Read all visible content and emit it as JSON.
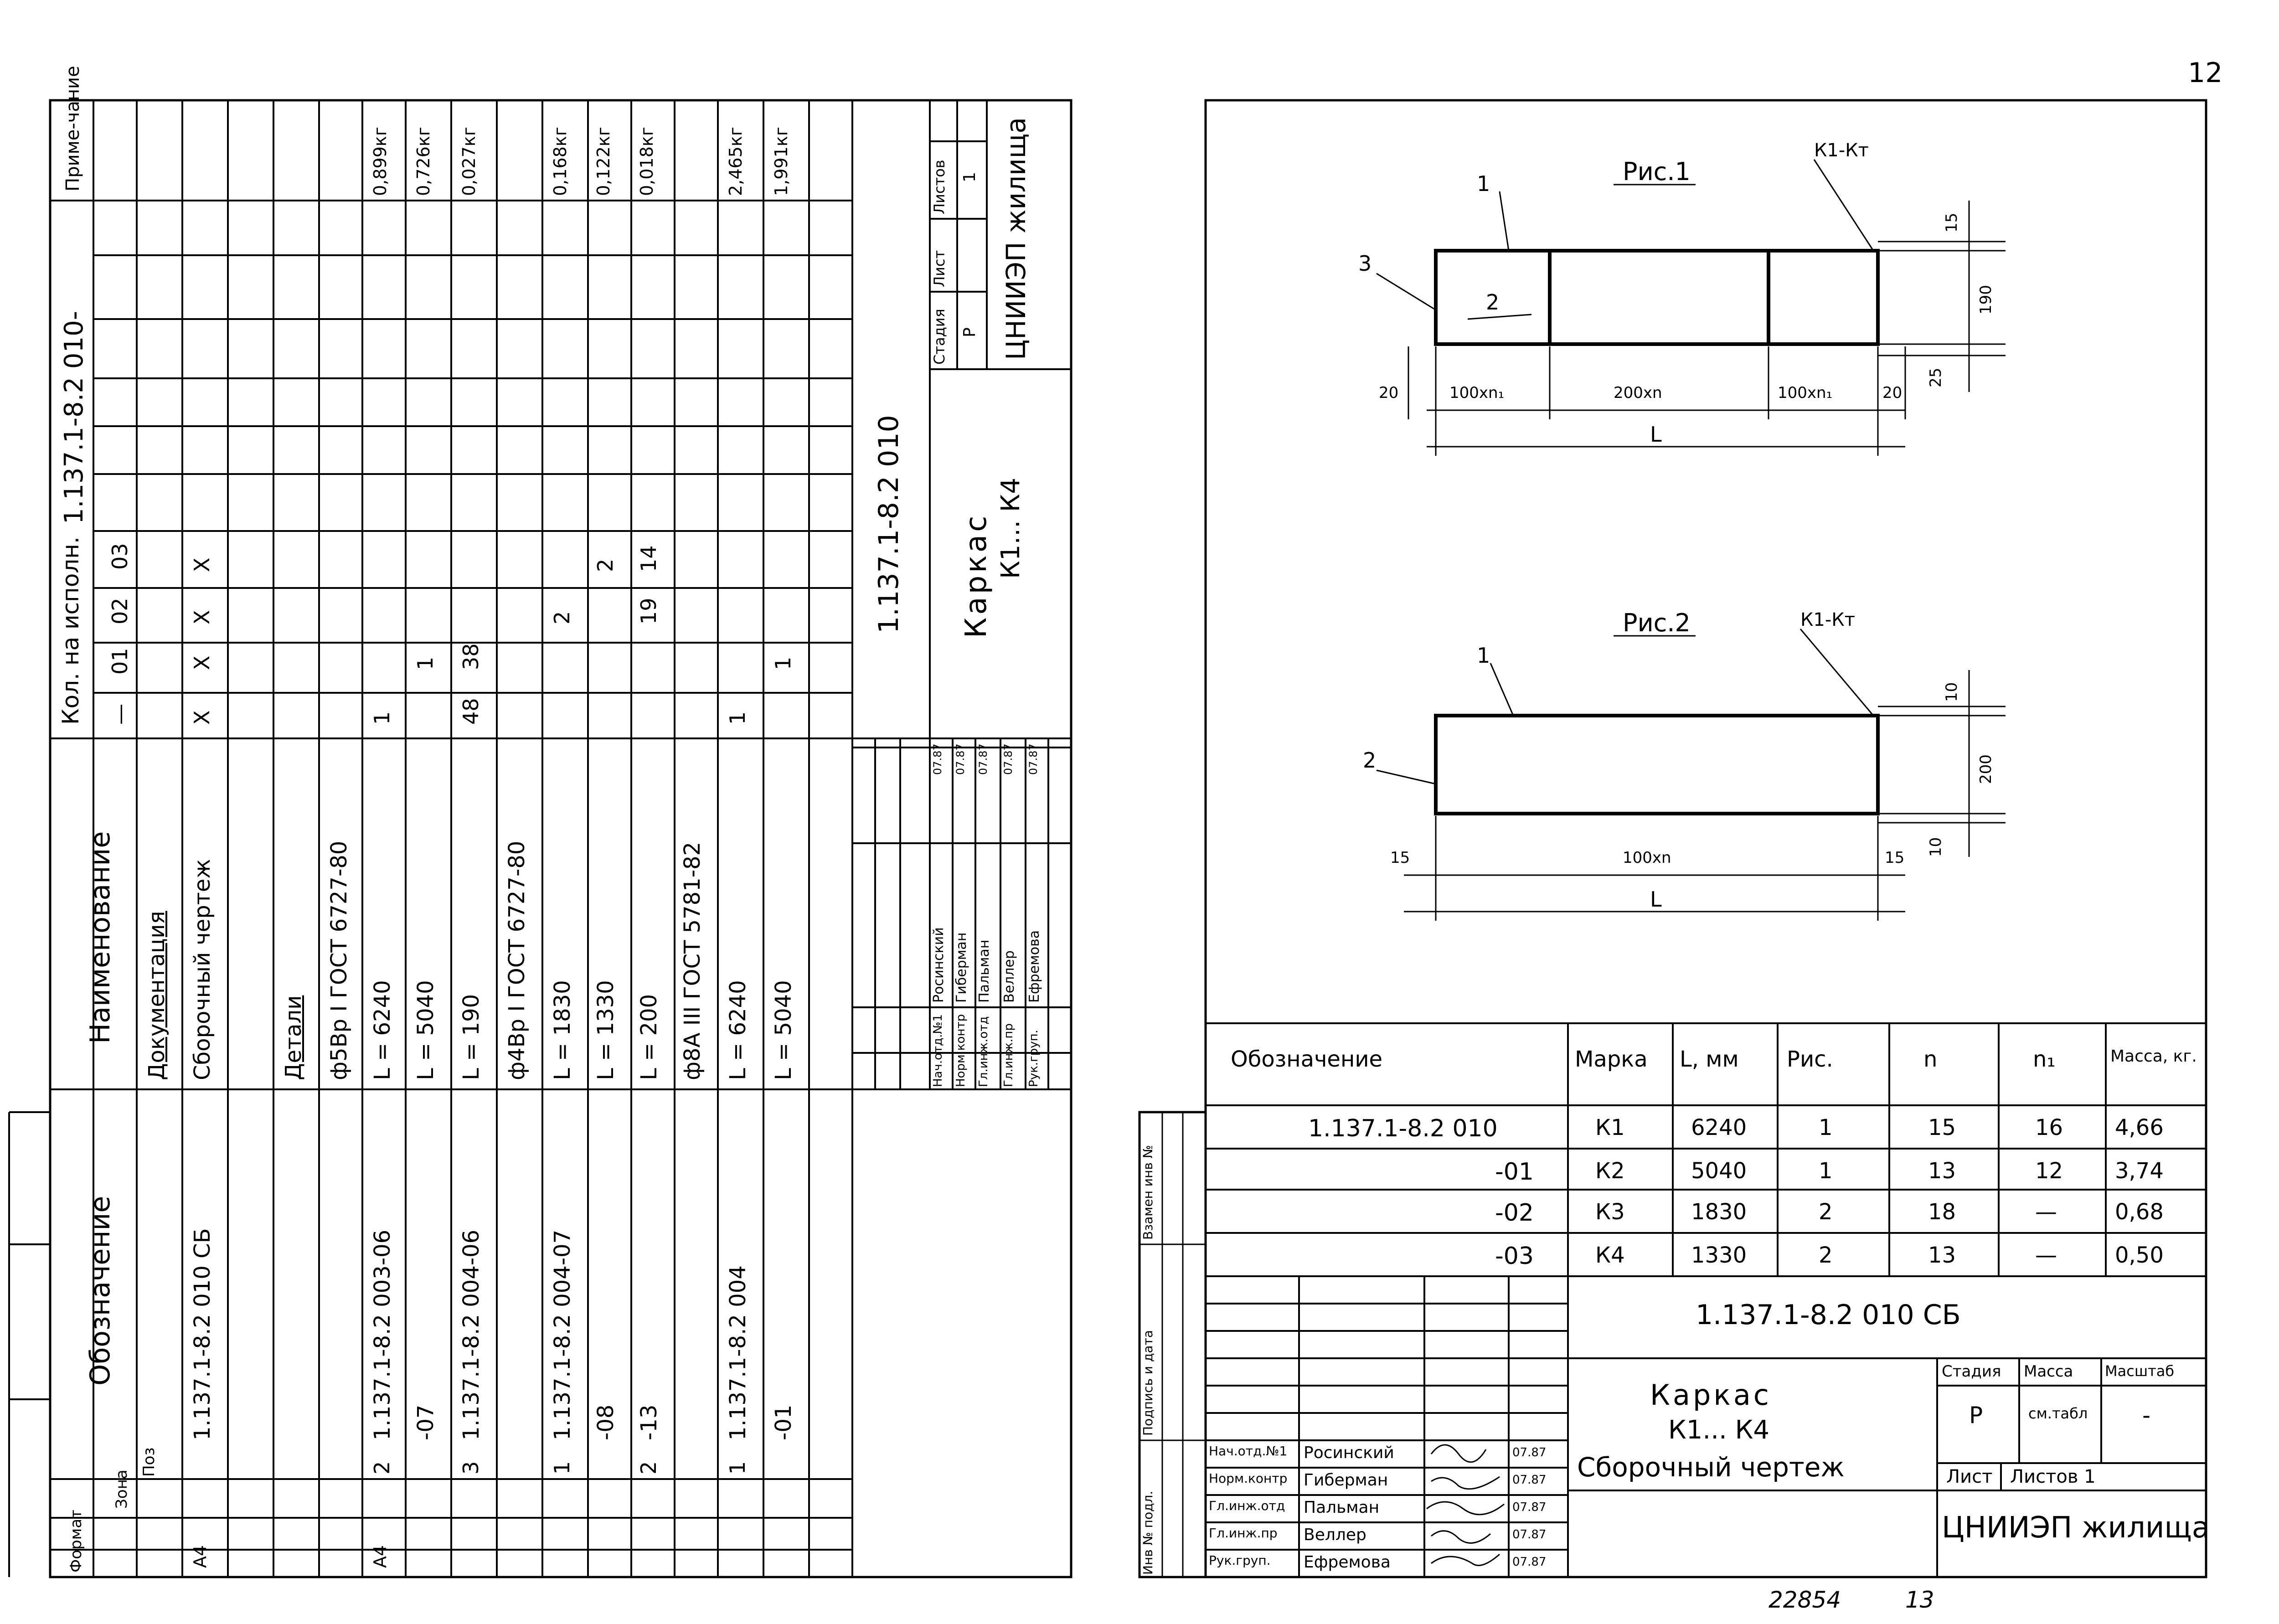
{
  "page_number": "12",
  "bottom_numbers": {
    "left": "22854",
    "right": "13"
  },
  "left_sheet": {
    "header": {
      "format": "Формат",
      "zone": "Зона",
      "pos": "Поз",
      "designation": "Обозначение",
      "name": "Наименование",
      "qty_title": "Кол. на исполн.",
      "qty_doc": "1.137.1-8.2 010-",
      "note": "Приме-чание",
      "variants": [
        "—",
        "01",
        "02",
        "03"
      ]
    },
    "rows": [
      {
        "fmt": "",
        "pos": "",
        "des": "",
        "name": "Документация",
        "q": [
          "",
          "",
          "",
          ""
        ],
        "note": ""
      },
      {
        "fmt": "А4",
        "pos": "",
        "des": "1.137.1-8.2 010 СБ",
        "name": "Сборочный чертеж",
        "q": [
          "X",
          "X",
          "X",
          "X"
        ],
        "note": ""
      },
      {
        "fmt": "",
        "pos": "",
        "des": "",
        "name": "",
        "q": [
          "",
          "",
          "",
          ""
        ],
        "note": ""
      },
      {
        "fmt": "",
        "pos": "",
        "des": "",
        "name": "Детали",
        "q": [
          "",
          "",
          "",
          ""
        ],
        "note": ""
      },
      {
        "fmt": "",
        "pos": "",
        "des": "",
        "name": "ф5Вр I ГОСТ 6727-80",
        "q": [
          "",
          "",
          "",
          ""
        ],
        "note": ""
      },
      {
        "fmt": "А4",
        "pos": "2",
        "des": "1.137.1-8.2 003-06",
        "name": "L = 6240",
        "q": [
          "1",
          "",
          "",
          ""
        ],
        "note": "0,899кг"
      },
      {
        "fmt": "",
        "pos": "",
        "des": "-07",
        "name": "L = 5040",
        "q": [
          "",
          "1",
          "",
          ""
        ],
        "note": "0,726кг"
      },
      {
        "fmt": "",
        "pos": "3",
        "des": "1.137.1-8.2 004-06",
        "name": "L = 190",
        "q": [
          "48",
          "38",
          "",
          ""
        ],
        "note": "0,027кг"
      },
      {
        "fmt": "",
        "pos": "",
        "des": "",
        "name": "ф4Вр I ГОСТ 6727-80",
        "q": [
          "",
          "",
          "",
          ""
        ],
        "note": ""
      },
      {
        "fmt": "",
        "pos": "1",
        "des": "1.137.1-8.2 004-07",
        "name": "L = 1830",
        "q": [
          "",
          "",
          "2",
          ""
        ],
        "note": "0,168кг"
      },
      {
        "fmt": "",
        "pos": "",
        "des": "-08",
        "name": "L = 1330",
        "q": [
          "",
          "",
          "",
          "2"
        ],
        "note": "0,122кг"
      },
      {
        "fmt": "",
        "pos": "2",
        "des": "-13",
        "name": "L = 200",
        "q": [
          "",
          "",
          "19",
          "14"
        ],
        "note": "0,018кг"
      },
      {
        "fmt": "",
        "pos": "",
        "des": "",
        "name": "ф8А III ГОСТ 5781-82",
        "q": [
          "",
          "",
          "",
          ""
        ],
        "note": ""
      },
      {
        "fmt": "",
        "pos": "1",
        "des": "1.137.1-8.2 004",
        "name": "L = 6240",
        "q": [
          "1",
          "",
          "",
          ""
        ],
        "note": "2,465кг"
      },
      {
        "fmt": "",
        "pos": "",
        "des": "-01",
        "name": "L = 5040",
        "q": [
          "",
          "1",
          "",
          ""
        ],
        "note": "1,991кг"
      }
    ],
    "title_block": {
      "doc_code": "1.137.1-8.2 010",
      "title": "Каркас",
      "subtitle": "К1... К4",
      "stage_label": "Стадия",
      "sheet_label": "Лист",
      "sheets_label": "Листов",
      "stage": "Р",
      "sheet": "",
      "sheets": "1",
      "org": "ЦНИИЭП жилища",
      "people": [
        {
          "role": "Нач.отд.№1",
          "name": "Росинский",
          "date": "07.87"
        },
        {
          "role": "Норм.контр",
          "name": "Гиберман",
          "date": "07.87"
        },
        {
          "role": "Гл.инж.отд",
          "name": "Пальман",
          "date": "07.87"
        },
        {
          "role": "Гл.инж.пр",
          "name": "Веллер",
          "date": "07.87"
        },
        {
          "role": "Рук.груп.",
          "name": "Ефремова",
          "date": "07.87"
        }
      ]
    }
  },
  "right_sheet": {
    "fig1": {
      "caption": "Рис.1",
      "mark": "К1-Кт",
      "callouts": [
        "1",
        "2",
        "3"
      ],
      "dims_bottom": [
        "20",
        "100хn₁",
        "200хn",
        "100хn₁",
        "20"
      ],
      "dim_total": "L",
      "dims_right": [
        "15",
        "190",
        "25"
      ]
    },
    "fig2": {
      "caption": "Рис.2",
      "mark": "К1-Кт",
      "callouts": [
        "1",
        "2"
      ],
      "dims_bottom": [
        "15",
        "100хn",
        "15"
      ],
      "dim_total": "L",
      "dims_right": [
        "10",
        "200",
        "10"
      ]
    },
    "table": {
      "headers": [
        "Обозначение",
        "Марка",
        "L, мм",
        "Рис.",
        "n",
        "n₁",
        "Масса, кг."
      ],
      "rows": [
        [
          "1.137.1-8.2 010",
          "К1",
          "6240",
          "1",
          "15",
          "16",
          "4,66"
        ],
        [
          "-01",
          "К2",
          "5040",
          "1",
          "13",
          "12",
          "3,74"
        ],
        [
          "-02",
          "К3",
          "1830",
          "2",
          "18",
          "—",
          "0,68"
        ],
        [
          "-03",
          "К4",
          "1330",
          "2",
          "13",
          "—",
          "0,50"
        ]
      ]
    },
    "title_block": {
      "doc_code": "1.137.1-8.2 010 СБ",
      "title": "Каркас",
      "subtitle": "К1... К4",
      "kind": "Сборочный чертеж",
      "stage_label": "Стадия",
      "mass_label": "Масса",
      "scale_label": "Масштаб",
      "stage": "Р",
      "mass": "см.табл",
      "scale": "-",
      "sheet_label": "Лист",
      "sheets_label": "Листов 1",
      "org": "ЦНИИЭП жилища",
      "people": [
        {
          "role": "Нач.отд.№1",
          "name": "Росинский",
          "date": "07.87"
        },
        {
          "role": "Норм.контр",
          "name": "Гиберман",
          "date": "07.87"
        },
        {
          "role": "Гл.инж.отд",
          "name": "Пальман",
          "date": "07.87"
        },
        {
          "role": "Гл.инж.пр",
          "name": "Веллер",
          "date": "07.87"
        },
        {
          "role": "Рук.груп.",
          "name": "Ефремова",
          "date": "07.87"
        }
      ]
    },
    "side_labels": [
      "Инв № подл.",
      "Подпись и дата",
      "Взамен инв №"
    ]
  }
}
